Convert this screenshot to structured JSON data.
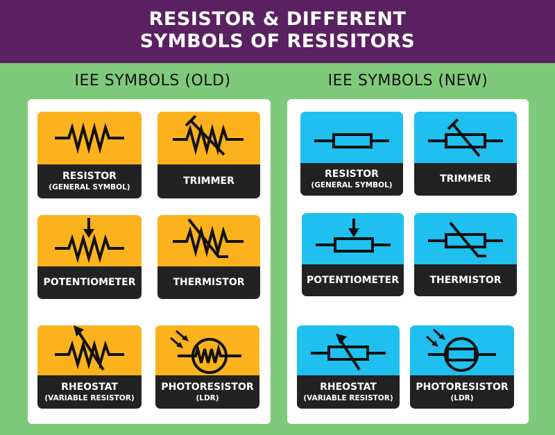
{
  "header": {
    "line1": "RESISTOR & DIFFERENT",
    "line2": "SYMBOLS OF RESISITORS"
  },
  "old": {
    "title": "IEE SYMBOLS (OLD)",
    "cards": [
      {
        "name": "RESISTOR",
        "sub": "(GENERAL SYMBOL)"
      },
      {
        "name": "TRIMMER",
        "sub": ""
      },
      {
        "name": "POTENTIOMETER",
        "sub": ""
      },
      {
        "name": "THERMISTOR",
        "sub": ""
      },
      {
        "name": "RHEOSTAT",
        "sub": "(VARIABLE RESISTOR)"
      },
      {
        "name": "PHOTORESISTOR",
        "sub": "(LDR)"
      }
    ]
  },
  "new": {
    "title": "IEE SYMBOLS (NEW)",
    "cards": [
      {
        "name": "RESISTOR",
        "sub": "(GENERAL SYMBOL)"
      },
      {
        "name": "TRIMMER",
        "sub": ""
      },
      {
        "name": "POTENTIOMETER",
        "sub": ""
      },
      {
        "name": "THERMISTOR",
        "sub": ""
      },
      {
        "name": "RHEOSTAT",
        "sub": "(VARIABLE RESISTOR)"
      },
      {
        "name": "PHOTORESISTOR",
        "sub": "(LDR)"
      }
    ]
  },
  "colors": {
    "header": "#5a2161",
    "background": "#7fc97a",
    "old_card": "#fbb21d",
    "new_card": "#1fc0ef",
    "label_bar": "#222222"
  }
}
